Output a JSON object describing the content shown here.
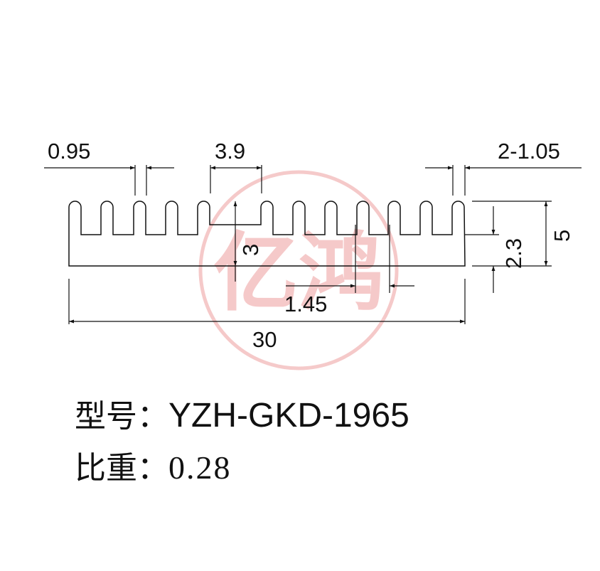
{
  "colors": {
    "line": "#111111",
    "watermark": "#f2b8b8",
    "background": "#ffffff"
  },
  "dimensions": {
    "fin_thickness": "0.95",
    "fin_pitch": "3.9",
    "edge_fin_thickness": "2-1.05",
    "fin_depth": "3",
    "base_thickness": "1.45",
    "total_width": "30",
    "base_height": "2.3",
    "total_height": "5"
  },
  "caption": {
    "model_label": "型号：",
    "model_value": "YZH-GKD-1965",
    "density_label": "比重：",
    "density_value": "0.28"
  },
  "watermark": {
    "text": "亿鸿"
  }
}
